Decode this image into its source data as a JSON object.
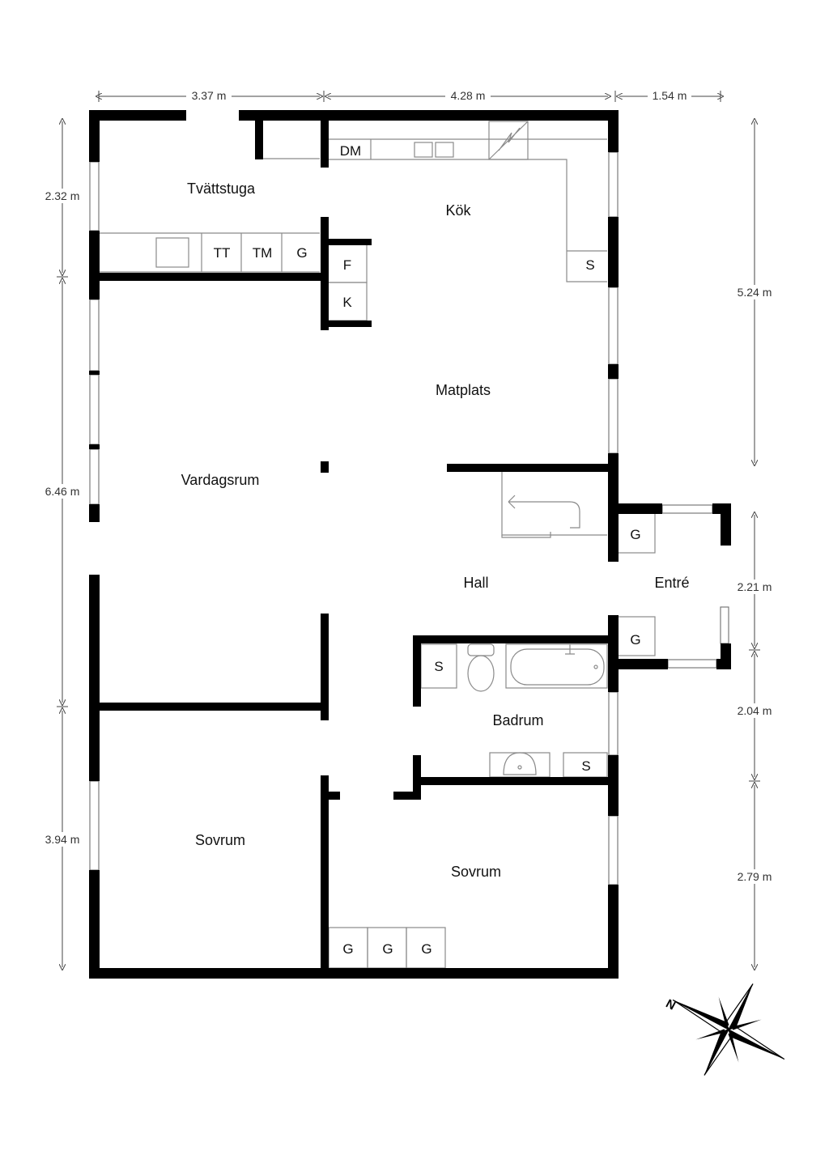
{
  "rooms": {
    "tvattstuga": "Tvättstuga",
    "kok": "Kök",
    "matplats": "Matplats",
    "vardagsrum": "Vardagsrum",
    "hall": "Hall",
    "entre": "Entré",
    "badrum": "Badrum",
    "sovrum_left": "Sovrum",
    "sovrum_right": "Sovrum"
  },
  "fixtures": {
    "dm": "DM",
    "tt": "TT",
    "tm": "TM",
    "g_laundry": "G",
    "f": "F",
    "k": "K",
    "s_kitchen": "S",
    "g_entre_top": "G",
    "g_entre_bottom": "G",
    "s_bath_top": "S",
    "s_bath_bottom": "S",
    "g_bed_1": "G",
    "g_bed_2": "G",
    "g_bed_3": "G"
  },
  "dimensions": {
    "top_left": "3.37 m",
    "top_mid": "4.28 m",
    "top_right": "1.54 m",
    "left_1": "2.32 m",
    "left_2": "6.46 m",
    "left_3": "3.94 m",
    "right_1": "5.24 m",
    "right_2": "2.21 m",
    "right_3": "2.04 m",
    "right_4": "2.79 m"
  },
  "compass": {
    "north_label": "N"
  }
}
